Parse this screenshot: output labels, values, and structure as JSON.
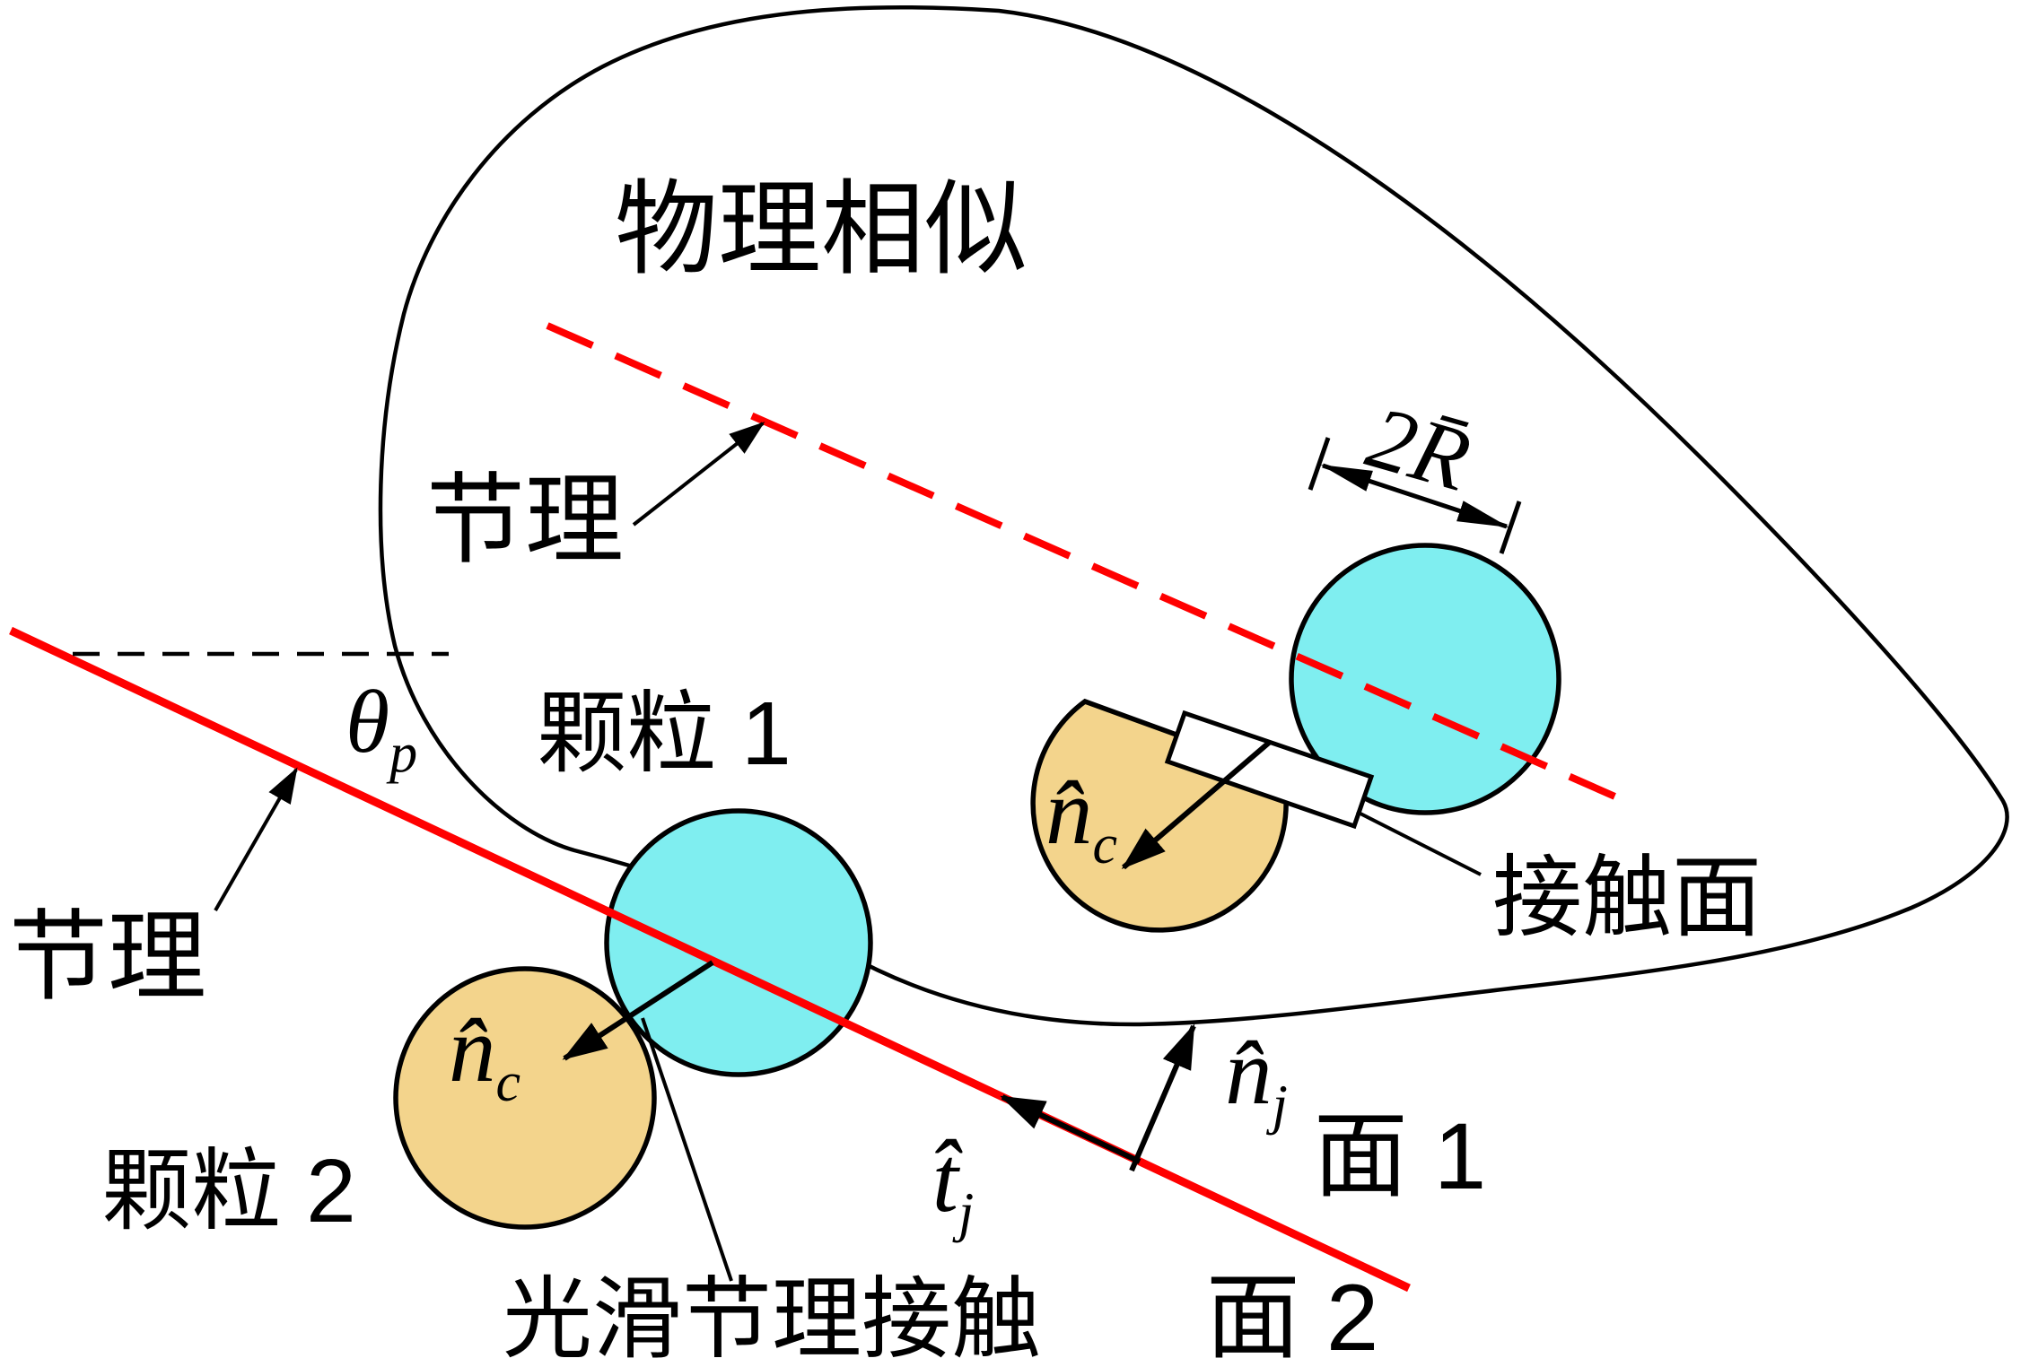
{
  "figure": {
    "title": "物理相似",
    "labels": {
      "joint_upper": "节理",
      "joint_lower": "节理",
      "particle1": "颗粒 1",
      "particle2": "颗粒 2",
      "smooth_joint_contact": "光滑节理接触",
      "contact_plane": "接触面",
      "face1": "面 1",
      "face2": "面 2",
      "diameter": "2R̄",
      "theta": {
        "base": "θ",
        "sub": "p"
      },
      "n_c": {
        "base": "n̂",
        "sub": "c"
      },
      "n_j": {
        "base": "n̂",
        "sub": "j"
      },
      "t_j": {
        "base": "t̂",
        "sub": "j"
      }
    },
    "colors": {
      "particle_blue": "#7feef0",
      "particle_tan": "#f3d48c",
      "joint_red": "#ff0000",
      "line_black": "#000000"
    }
  }
}
